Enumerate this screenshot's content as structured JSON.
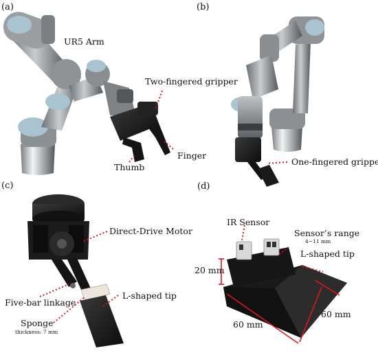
{
  "panels": {
    "a": {
      "letter": "(a)",
      "labels": {
        "arm": "UR5 Arm",
        "gripper": "Two-fingered gripper",
        "finger": "Finger",
        "thumb": "Thumb"
      }
    },
    "b": {
      "letter": "(b)",
      "labels": {
        "gripper": "One-fingered gripper"
      }
    },
    "c": {
      "letter": "(c)",
      "labels": {
        "motor": "Direct-Drive Motor",
        "linkage": "Five-bar linkage",
        "tip": "L-shaped tip",
        "sponge": "Sponge",
        "sponge_note": "thickness: 7 mm"
      }
    },
    "d": {
      "letter": "(d)",
      "labels": {
        "ir": "IR Sensor",
        "range": "Sensor’s range",
        "range_value": "4∼11 mm",
        "tip": "L-shaped tip",
        "height": "20 mm",
        "width": "60 mm",
        "depth": "60 mm"
      }
    }
  },
  "colors": {
    "arm_gray": "#8e9296",
    "arm_dark": "#3a3d40",
    "joint_blue": "#a9c3d0",
    "black_part": "#141414",
    "leader_red": "#e0141e",
    "sponge": "#ece6dc"
  }
}
